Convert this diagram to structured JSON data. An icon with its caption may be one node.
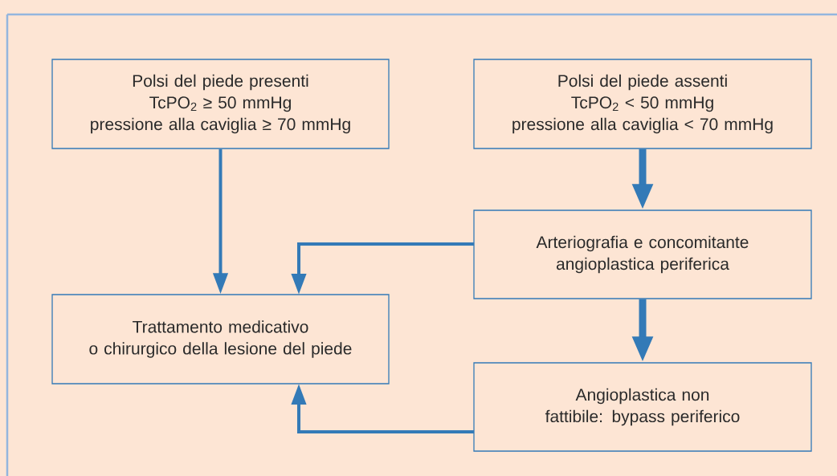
{
  "diagram": {
    "nodes": [
      {
        "text": [
          "Polsi del piede presenti",
          "TcPO$_{2}$ ≥ 50 mmHg",
          "pressione alla caviglia ≥ 70 mmHg"
        ]
      },
      {
        "text": [
          "Polsi del piede assenti",
          "TcPO$_{2}$ < 50 mmHg",
          "pressione alla caviglia < 70 mmHg"
        ]
      },
      {
        "text": [
          "Arteriografia e concomitante angioplastica periferica"
        ]
      },
      {
        "text": [
          "Trattamento medicativo",
          "o chirurgico della lesione del piede"
        ]
      },
      {
        "text": [
          "Angioplastica non fattibile: bypass periferico"
        ]
      }
    ],
    "edges": [
      {
        "from": 0,
        "to": 3,
        "arrow": "to"
      },
      {
        "from": 1,
        "to": 2,
        "arrow": "to",
        "style": "thick"
      },
      {
        "from": 2,
        "to": 3,
        "arrow": "to"
      },
      {
        "from": 2,
        "to": 4,
        "arrow": "to",
        "style": "thick"
      },
      {
        "from": 4,
        "to": 3,
        "arrow": "to"
      }
    ]
  }
}
